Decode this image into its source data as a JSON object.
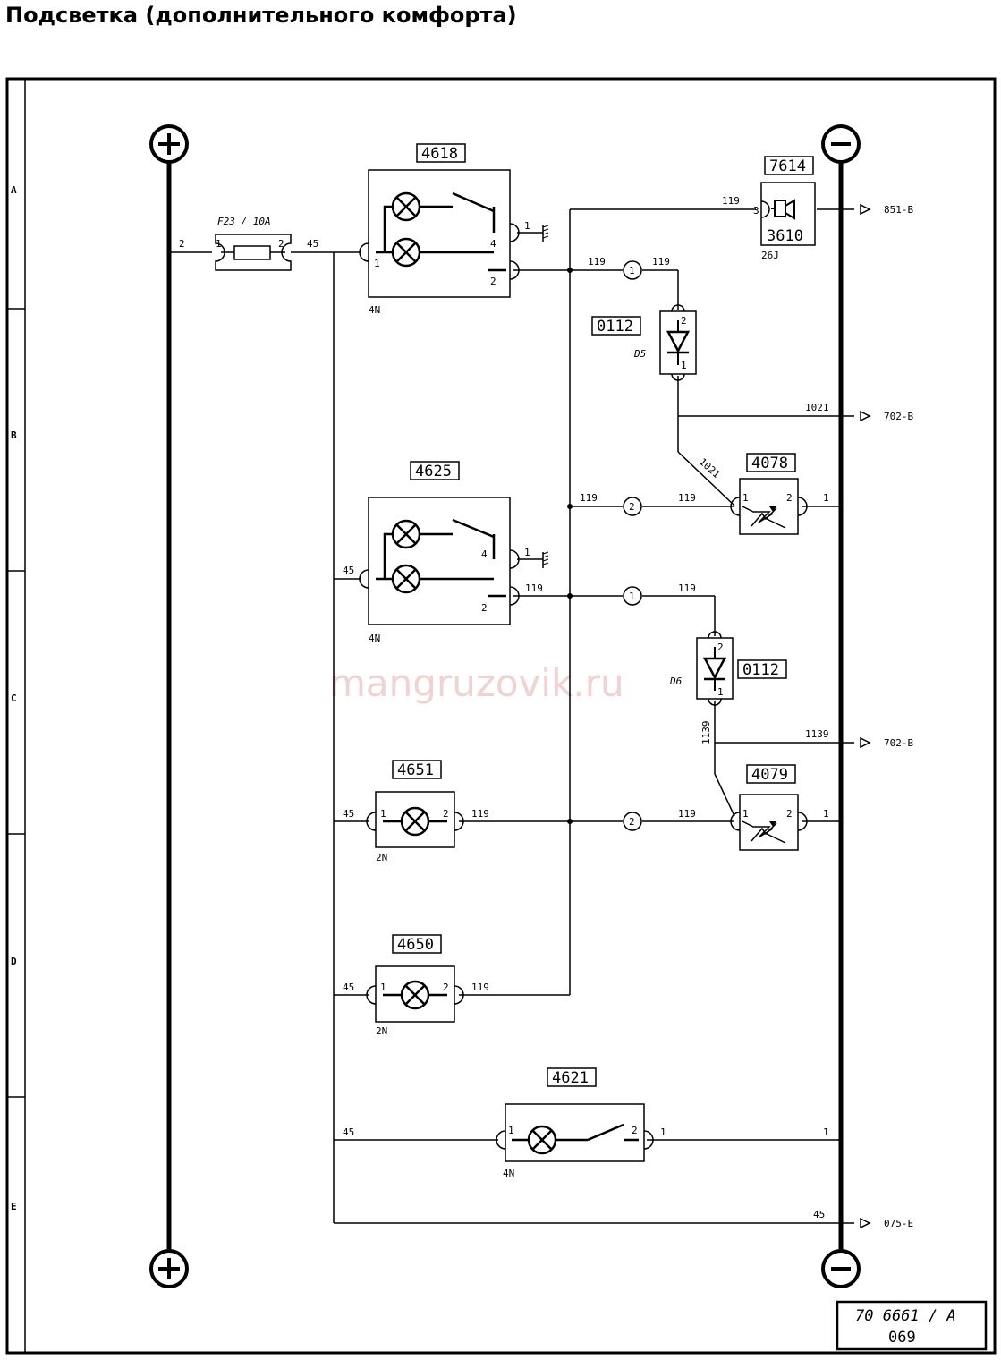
{
  "title": "Подсветка (дополнительного комфорта)",
  "watermark": "mangruzovik.ru",
  "rows": [
    "A",
    "B",
    "C",
    "D",
    "E"
  ],
  "rails": {
    "plus_symbol": "+",
    "minus_symbol": "−"
  },
  "fuse": {
    "label": "F23 / 10A",
    "pin_in": "2",
    "pin1": "1",
    "pin2": "2",
    "wire_out": "45"
  },
  "comp_4618": {
    "id": "4618",
    "ground_pin": "1",
    "pin4": "4",
    "pin1": "1",
    "pin2": "2",
    "connector": "4N"
  },
  "comp_4625": {
    "id": "4625",
    "ground_pin": "1",
    "pin4": "4",
    "pin2": "2",
    "wire_in": "45",
    "connector": "4N"
  },
  "comp_7614": {
    "id": "7614",
    "sub_id": "3610",
    "pin": "3",
    "connector": "26J"
  },
  "diode_d5": {
    "id": "0112",
    "name": "D5",
    "pin_top": "2",
    "pin_bottom": "1"
  },
  "diode_d6": {
    "id": "0112",
    "name": "D6",
    "pin_top": "2",
    "pin_bottom": "1"
  },
  "comp_4078": {
    "id": "4078",
    "pin1": "1",
    "pin2": "2",
    "pin_out": "1"
  },
  "comp_4079": {
    "id": "4079",
    "pin1": "1",
    "pin2": "2",
    "pin_out": "1"
  },
  "comp_4651": {
    "id": "4651",
    "pin1": "1",
    "pin2": "2",
    "wire_in": "45",
    "wire_out": "119",
    "connector": "2N"
  },
  "comp_4650": {
    "id": "4650",
    "pin1": "1",
    "pin2": "2",
    "wire_in": "45",
    "wire_out": "119",
    "connector": "2N"
  },
  "comp_4621": {
    "id": "4621",
    "pin1": "1",
    "pin2": "2",
    "wire_in": "45",
    "wire_out": "1",
    "wire_end": "1",
    "connector": "4N"
  },
  "wires": {
    "w119_top": "119",
    "w119_a": "119",
    "w119_b": "119",
    "w119_c": "119",
    "w119_d": "119",
    "w119_e": "119",
    "w119_f": "119",
    "w119_g": "119",
    "w1021_h": "1021",
    "w1021_d": "1021",
    "w1139_h": "1139",
    "w1139_v": "1139",
    "w45_bottom": "45",
    "w1_4078": "1"
  },
  "markers": {
    "m1": "1",
    "m2": "2"
  },
  "refs": {
    "r851": "851-B",
    "r702a": "702-B",
    "r702b": "702-B",
    "r075": "075-E"
  },
  "doc_ref": {
    "code": "70 6661 / A",
    "page": "069"
  }
}
